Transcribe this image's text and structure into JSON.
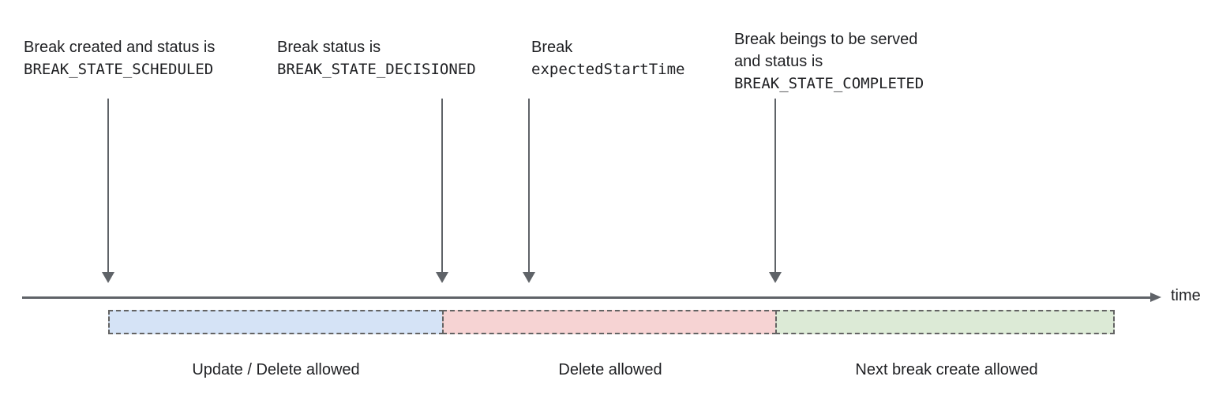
{
  "annotations": [
    {
      "line1": "Break created and status is",
      "code": "BREAK_STATE_SCHEDULED"
    },
    {
      "line1": "Break status is",
      "code": "BREAK_STATE_DECISIONED"
    },
    {
      "line1": "Break",
      "code": "expectedStartTime"
    },
    {
      "line1": "Break beings to be served",
      "line2": "and status is",
      "code": "BREAK_STATE_COMPLETED"
    }
  ],
  "timeline": {
    "axis_label": "time"
  },
  "segments": [
    {
      "label": "Update / Delete allowed",
      "fill": "#d5e3f6"
    },
    {
      "label": "Delete allowed",
      "fill": "#f6d3d3"
    },
    {
      "label": "Next break create allowed",
      "fill": "#dcead6"
    }
  ],
  "colors": {
    "text": "#202124",
    "arrow": "#5f6368",
    "segment_border": "#636363",
    "background": "#ffffff"
  },
  "icons": {
    "down_arrow": "▼",
    "right_arrow": "▶"
  }
}
